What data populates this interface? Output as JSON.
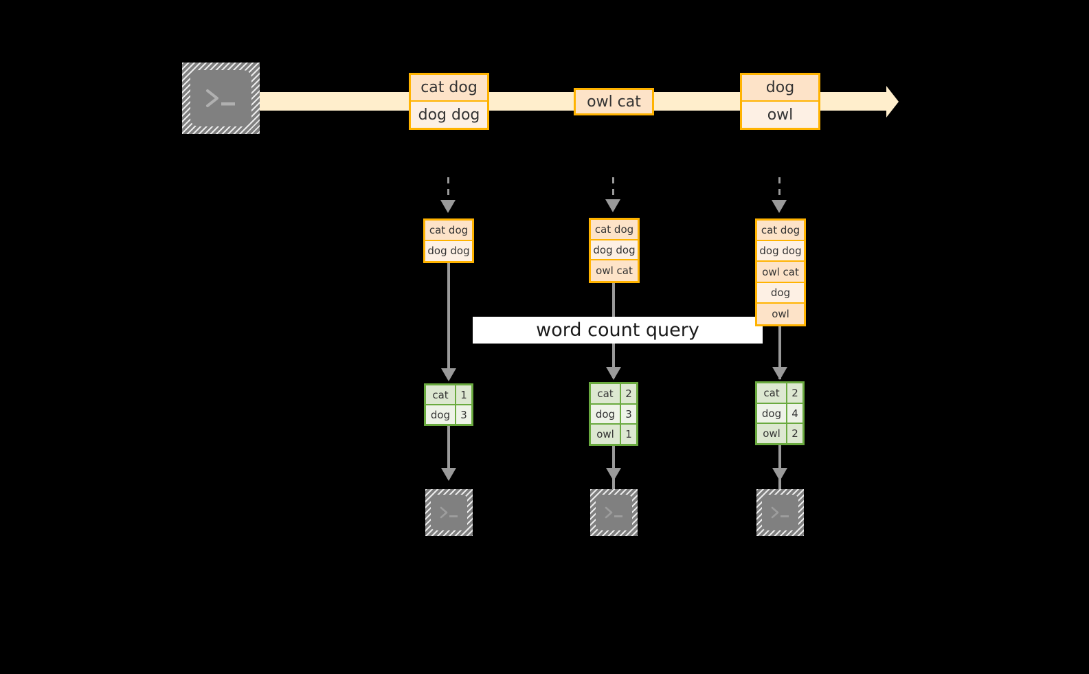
{
  "diagram": {
    "title": "word count query stream diagram",
    "colors": {
      "background": "#000000",
      "stream_band": "#ffeecc",
      "table_border_orange": "#ffb300",
      "table_fill_orange_dark": "#fde3c8",
      "table_fill_orange_light": "#fdf0e4",
      "table_border_green": "#6aaa3f",
      "table_fill_green_dark": "#dde8d1",
      "table_fill_green_light": "#eef3e8",
      "connector_gray": "#9a9a9a",
      "terminal_gray": "#808080",
      "label_background": "#ffffff"
    },
    "source": {
      "icon": "terminal-prompt-icon",
      "glyph": ">_"
    },
    "stream_events": [
      {
        "id": "event-group-1",
        "rows": [
          {
            "text": "cat dog",
            "shade": "dark"
          },
          {
            "text": "dog dog",
            "shade": "light"
          }
        ]
      },
      {
        "id": "event-group-2",
        "rows": [
          {
            "text": "owl cat",
            "shade": "dark"
          }
        ]
      },
      {
        "id": "event-group-3",
        "rows": [
          {
            "text": "dog",
            "shade": "dark"
          },
          {
            "text": "owl",
            "shade": "light"
          }
        ]
      }
    ],
    "query_label": "word count query",
    "snapshots": [
      {
        "id": "snapshot-1",
        "input_rows": [
          {
            "text": "cat dog",
            "shade": "dark"
          },
          {
            "text": "dog dog",
            "shade": "light"
          }
        ],
        "result_rows": [
          {
            "key": "cat",
            "value": "1",
            "shade": "dark"
          },
          {
            "key": "dog",
            "value": "3",
            "shade": "light"
          }
        ],
        "sink_icon": "terminal-prompt-icon",
        "sink_glyph": ">_"
      },
      {
        "id": "snapshot-2",
        "input_rows": [
          {
            "text": "cat dog",
            "shade": "dark"
          },
          {
            "text": "dog dog",
            "shade": "light"
          },
          {
            "text": "owl cat",
            "shade": "dark"
          }
        ],
        "result_rows": [
          {
            "key": "cat",
            "value": "2",
            "shade": "dark"
          },
          {
            "key": "dog",
            "value": "3",
            "shade": "light"
          },
          {
            "key": "owl",
            "value": "1",
            "shade": "dark"
          }
        ],
        "sink_icon": "terminal-prompt-icon",
        "sink_glyph": ">_"
      },
      {
        "id": "snapshot-3",
        "input_rows": [
          {
            "text": "cat dog",
            "shade": "dark"
          },
          {
            "text": "dog dog",
            "shade": "light"
          },
          {
            "text": "owl cat",
            "shade": "dark"
          },
          {
            "text": "dog",
            "shade": "light"
          },
          {
            "text": "owl",
            "shade": "dark"
          }
        ],
        "result_rows": [
          {
            "key": "cat",
            "value": "2",
            "shade": "dark"
          },
          {
            "key": "dog",
            "value": "4",
            "shade": "light"
          },
          {
            "key": "owl",
            "value": "2",
            "shade": "dark"
          }
        ],
        "sink_icon": "terminal-prompt-icon",
        "sink_glyph": ">_"
      }
    ]
  }
}
